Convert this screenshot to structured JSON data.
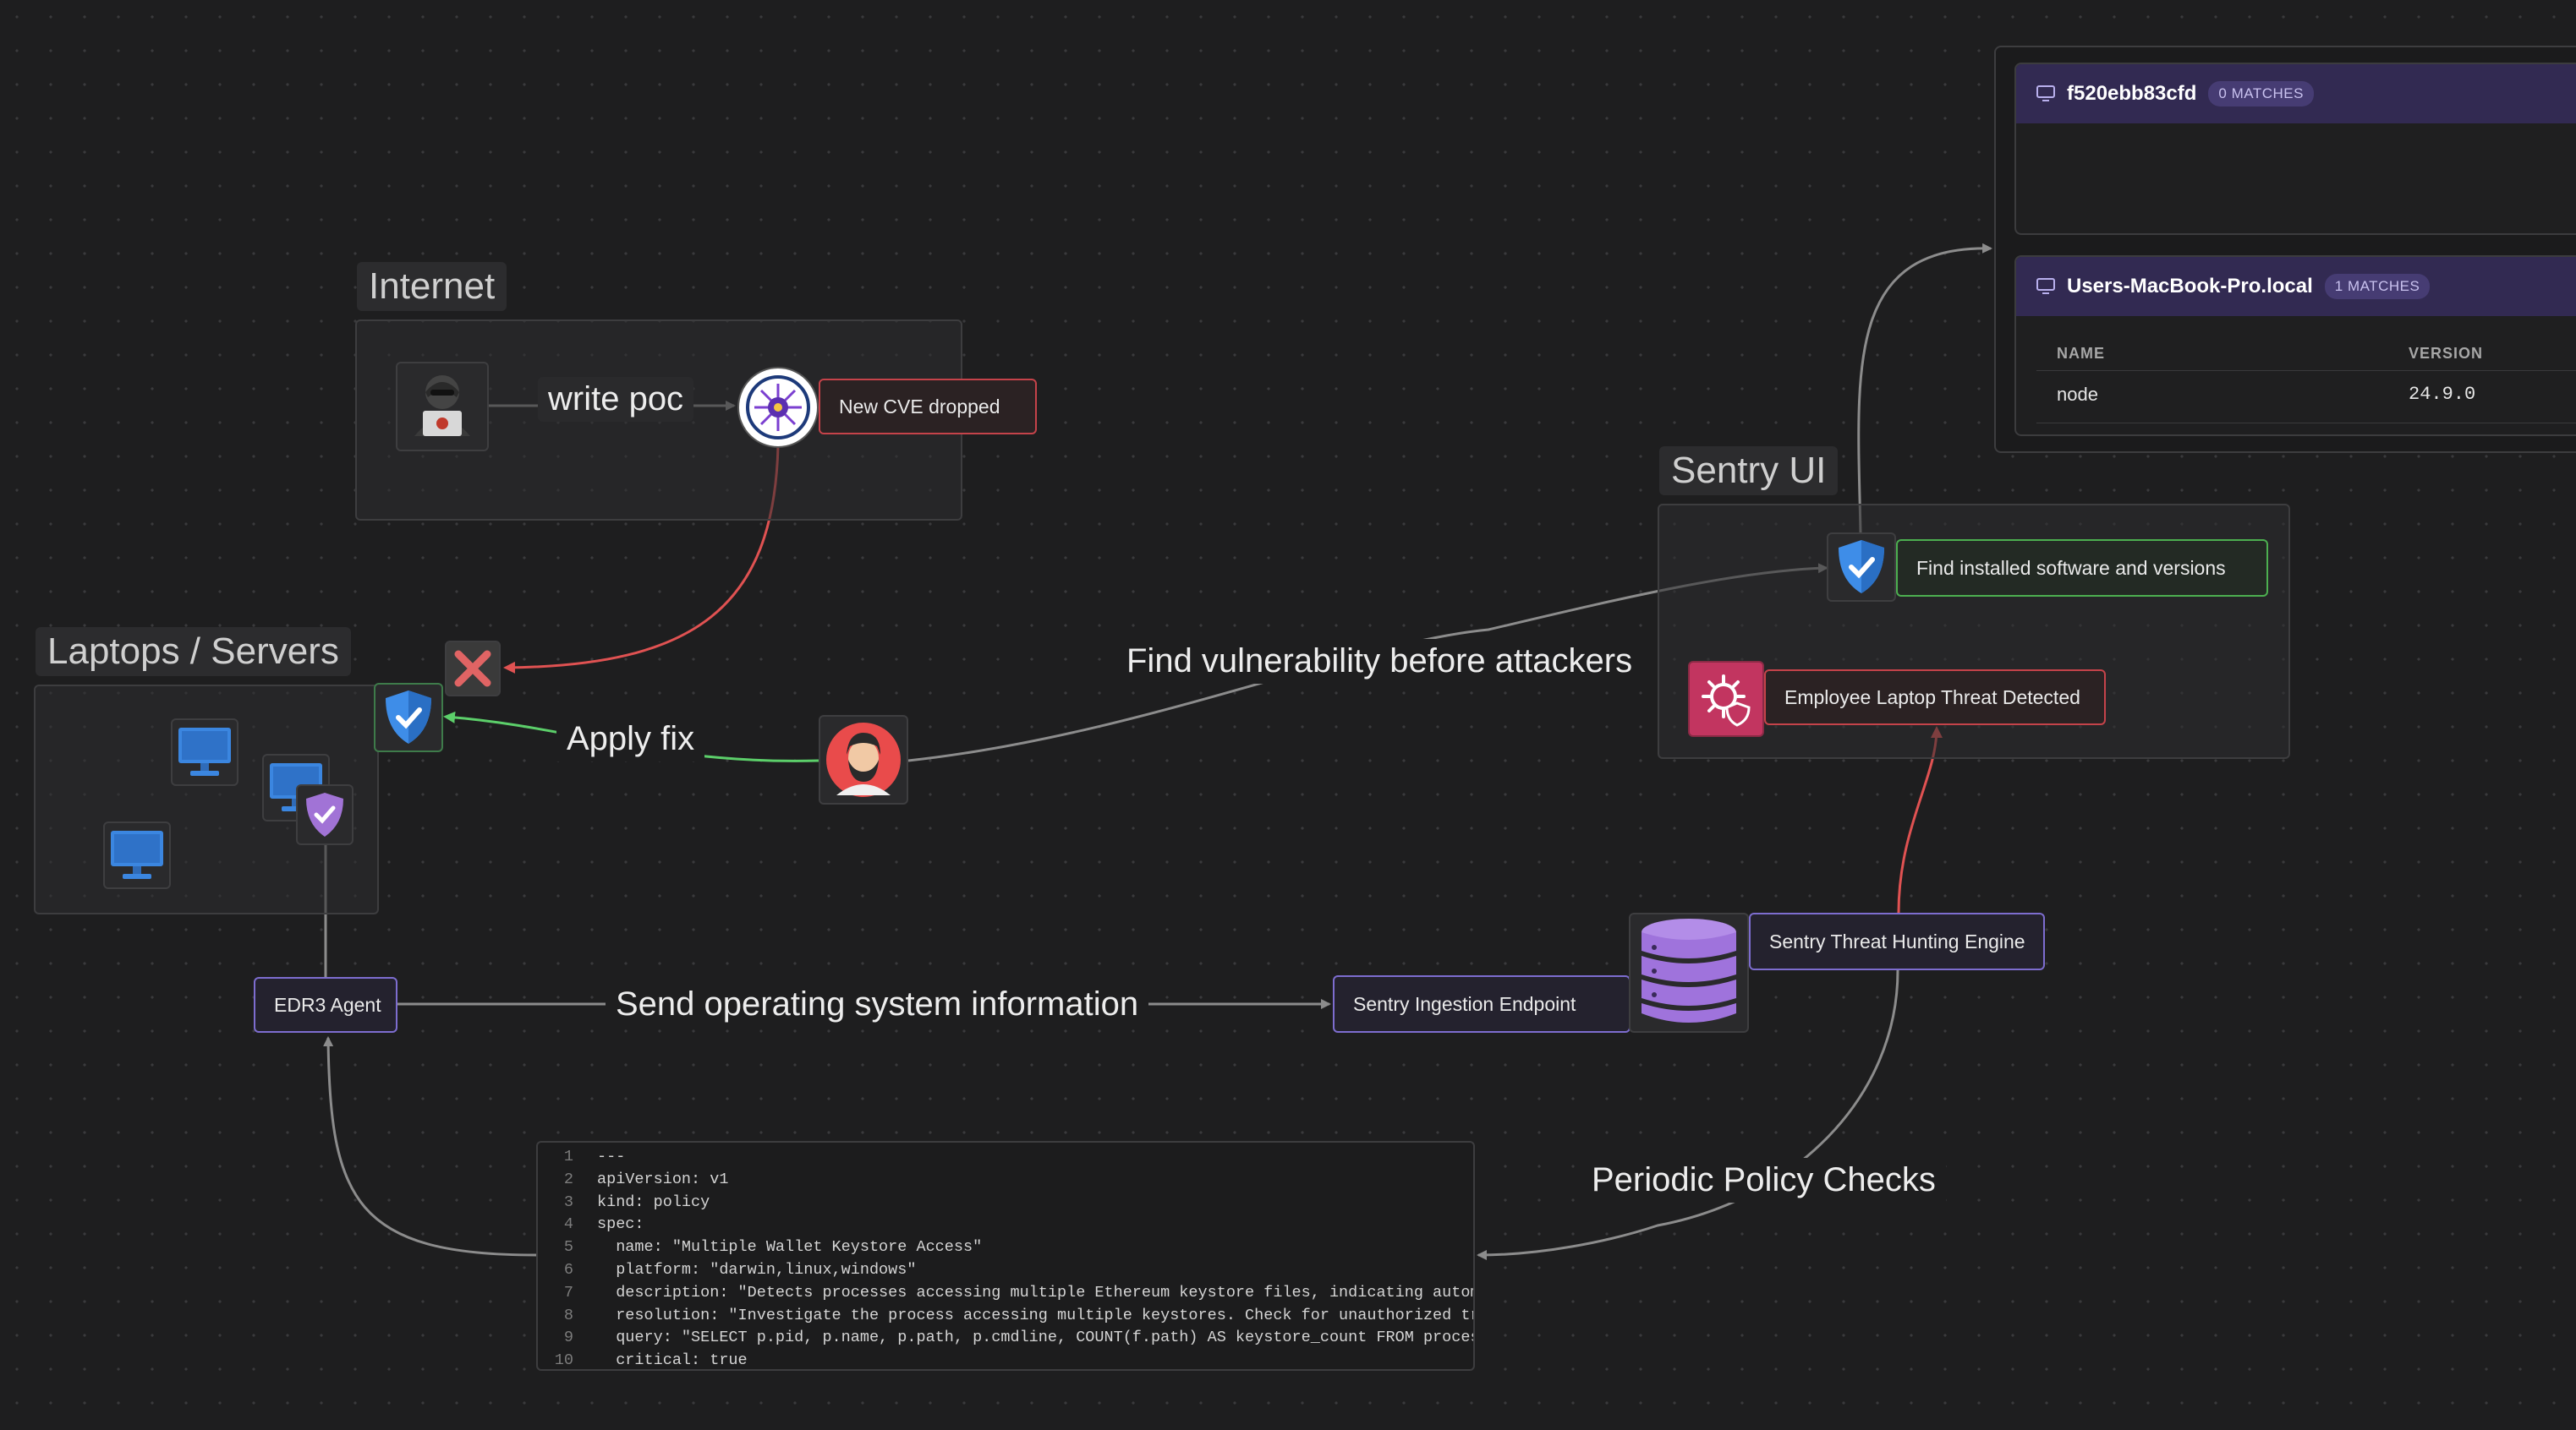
{
  "groups": {
    "internet": "Internet",
    "laptops": "Laptops / Servers",
    "sentry_ui": "Sentry UI"
  },
  "nodes": {
    "new_cve": "New CVE dropped",
    "find_software": "Find installed software and versions",
    "threat_detected": "Employee Laptop Threat Detected",
    "edr3_agent": "EDR3 Agent",
    "ingestion": "Sentry Ingestion Endpoint",
    "hunting_engine": "Sentry Threat Hunting Engine"
  },
  "edges": {
    "write_poc": "write poc",
    "apply_fix": "Apply fix",
    "find_vuln": "Find vulnerability before attackers",
    "send_os": "Send operating system information",
    "periodic": "Periodic Policy Checks"
  },
  "code": {
    "lines": [
      {
        "n": "1",
        "t": "---"
      },
      {
        "n": "2",
        "t": "apiVersion: v1"
      },
      {
        "n": "3",
        "t": "kind: policy"
      },
      {
        "n": "4",
        "t": "spec:"
      },
      {
        "n": "5",
        "t": "  name: \"Multiple Wallet Keystore Access\""
      },
      {
        "n": "6",
        "t": "  platform: \"darwin,linux,windows\""
      },
      {
        "n": "7",
        "t": "  description: \"Detects processes accessing multiple Ethereum keystore files, indicating automated"
      },
      {
        "n": "8",
        "t": "  resolution: \"Investigate the process accessing multiple keystores. Check for unauthorized transa"
      },
      {
        "n": "9",
        "t": "  query: \"SELECT p.pid, p.name, p.path, p.cmdline, COUNT(f.path) AS keystore_count FROM processes"
      },
      {
        "n": "10",
        "t": "  critical: true"
      }
    ]
  },
  "hosts": [
    {
      "name": "f520ebb83cfd",
      "badge": "0 MATCHES"
    },
    {
      "name": "Users-MacBook-Pro.local",
      "badge": "1 MATCHES",
      "columns": [
        "NAME",
        "VERSION"
      ],
      "rows": [
        [
          "node",
          "24.9.0"
        ]
      ]
    }
  ],
  "colors": {
    "red_edge": "#e05252",
    "green_edge": "#5ccf6a",
    "gray_edge": "#8c8c8c",
    "purple_node": "#7d6dcf",
    "card_header": "#322a52"
  }
}
